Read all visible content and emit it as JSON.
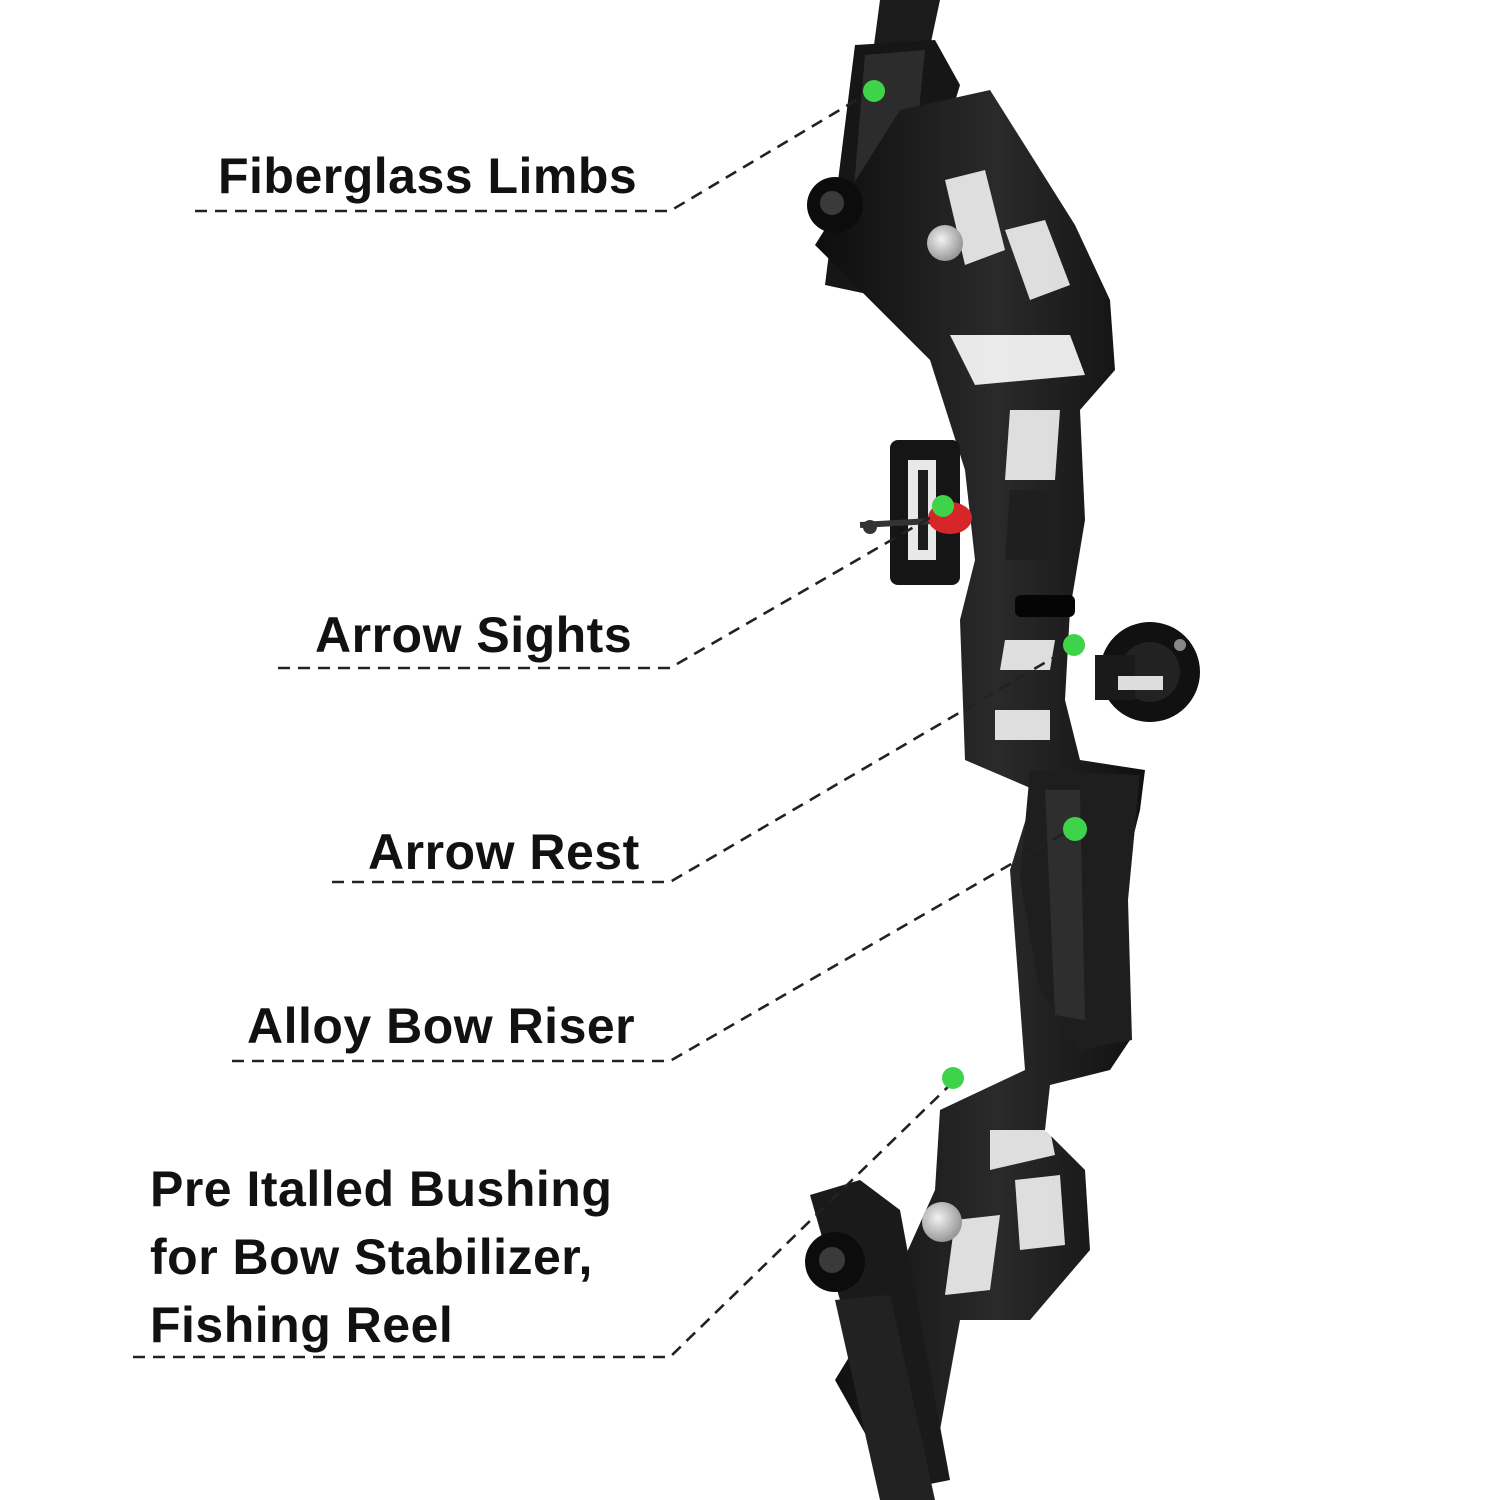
{
  "colors": {
    "background": "#ffffff",
    "bow_body": "#141414",
    "bow_highlight": "#3a3a3a",
    "marker_dot": "#3fd34a",
    "leader_line": "#222222",
    "label_text": "#111111",
    "nock_accent": "#d7262a",
    "steel": "#c8c8c8"
  },
  "callouts": [
    {
      "id": "fiberglass-limbs",
      "lines": [
        "Fiberglass Limbs"
      ]
    },
    {
      "id": "arrow-sights",
      "lines": [
        "Arrow Sights"
      ]
    },
    {
      "id": "arrow-rest",
      "lines": [
        "Arrow Rest"
      ]
    },
    {
      "id": "alloy-bow-riser",
      "lines": [
        "Alloy Bow Riser"
      ]
    },
    {
      "id": "pre-installed-bushing",
      "lines": [
        "Pre Italled Bushing",
        "for Bow Stabilizer,",
        "Fishing Reel"
      ]
    }
  ]
}
